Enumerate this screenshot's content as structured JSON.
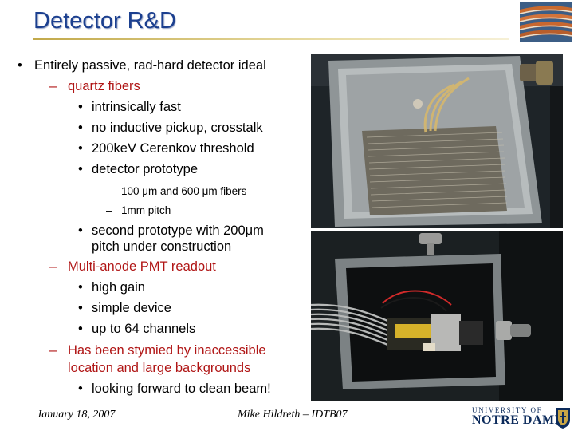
{
  "slide": {
    "title": "Detector R&D",
    "accent_color": "#1b3f8f",
    "subpoint_color": "#b01515"
  },
  "outline": [
    {
      "level": 1,
      "bullet": "•",
      "text": "Entirely passive, rad-hard detector ideal"
    },
    {
      "level": 2,
      "bullet": "–",
      "text": "quartz fibers"
    },
    {
      "level": 3,
      "bullet": "•",
      "text": "intrinsically fast"
    },
    {
      "level": 3,
      "bullet": "•",
      "text": "no inductive pickup, crosstalk"
    },
    {
      "level": 3,
      "bullet": "•",
      "text": "200keV Cerenkov threshold"
    },
    {
      "level": 3,
      "bullet": "•",
      "text": "detector prototype"
    },
    {
      "level": 4,
      "bullet": "–",
      "text": "100 μm and 600 μm fibers"
    },
    {
      "level": 4,
      "bullet": "–",
      "text": "1mm pitch"
    },
    {
      "level": 3,
      "bullet": "•",
      "text": "second prototype with 200μm"
    },
    {
      "level": 3,
      "bullet": "",
      "text": "pitch under construction"
    },
    {
      "level": 2,
      "bullet": "–",
      "text": "Multi-anode PMT readout"
    },
    {
      "level": 3,
      "bullet": "•",
      "text": "high gain"
    },
    {
      "level": 3,
      "bullet": "•",
      "text": "simple device"
    },
    {
      "level": 3,
      "bullet": "•",
      "text": "up to 64 channels"
    },
    {
      "level": 2,
      "bullet": "–",
      "text": "Has been stymied by inaccessible"
    },
    {
      "level": 2,
      "bullet": "",
      "text": "location and large backgrounds"
    },
    {
      "level": 3,
      "bullet": "•",
      "text": "looking forward to clean beam!"
    }
  ],
  "footer": {
    "date": "January 18, 2007",
    "center": "Mike Hildreth – IDTB07"
  },
  "logo": {
    "line1": "UNIVERSITY OF",
    "line2": "NOTRE DAME"
  }
}
